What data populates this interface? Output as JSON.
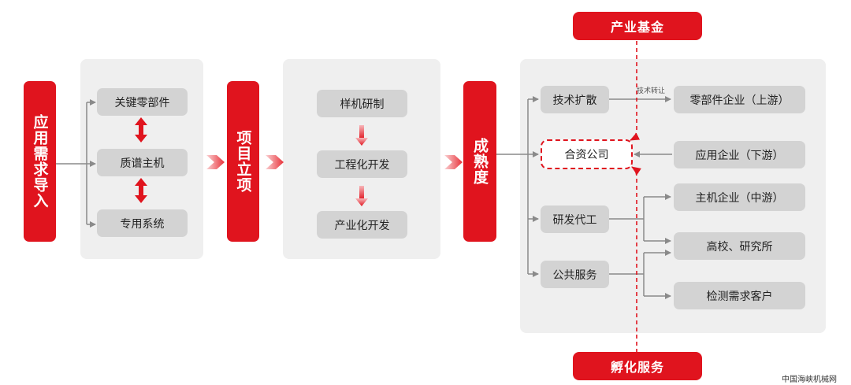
{
  "left_block": "应用需求导入",
  "group1": [
    "关键零部件",
    "质谱主机",
    "专用系统"
  ],
  "middle_block": "项目立项",
  "group2": [
    "样机研制",
    "工程化开发",
    "产业化开发"
  ],
  "right_block": "成熟度",
  "top_pill": "产业基金",
  "bottom_pill": "孵化服务",
  "branches": {
    "tech": "技术扩散",
    "jv": "合资公司",
    "rd": "研发代工",
    "public": "公共服务"
  },
  "targets": {
    "parts_upstream": "零部件企业（上游）",
    "app_downstream": "应用企业（下游）",
    "host_midstream": "主机企业（中游）",
    "universities": "高校、研究所",
    "testing": "检测需求客户"
  },
  "tech_transfer_label": "技术转让",
  "watermark": "中国海峡机械网",
  "colors": {
    "accent_red": "#e0141e",
    "panel_grey": "#efefef",
    "box_grey": "#d3d3d3",
    "connector_grey": "#8a8a8a"
  }
}
